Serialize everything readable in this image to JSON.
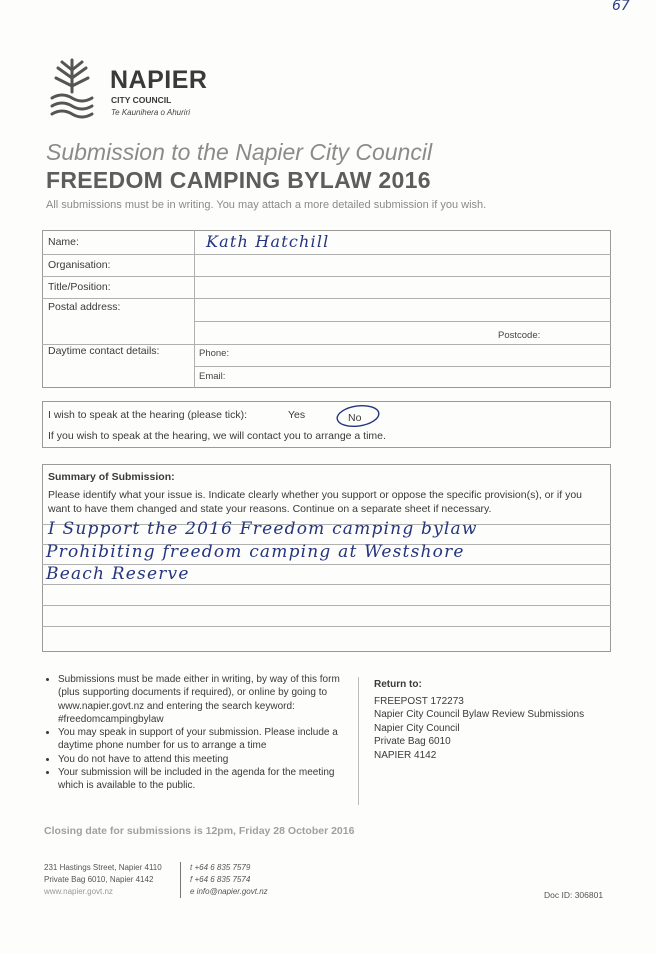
{
  "page_number": "67",
  "logo": {
    "name": "NAPIER",
    "sub": "CITY COUNCIL",
    "maori": "Te Kaunihera o Ahuriri"
  },
  "title_line1": "Submission to the Napier City Council",
  "title_line2": "FREEDOM CAMPING BYLAW 2016",
  "intro": "All submissions must be in writing. You may attach a more detailed submission if you wish.",
  "form": {
    "name_label": "Name:",
    "name_value": "Kath Hatchill",
    "organisation_label": "Organisation:",
    "title_label": "Title/Position:",
    "postal_label": "Postal address:",
    "postcode_label": "Postcode:",
    "daytime_label": "Daytime contact details:",
    "phone_label": "Phone:",
    "email_label": "Email:"
  },
  "hearing": {
    "question": "I wish to speak at the hearing (please tick):",
    "yes": "Yes",
    "no": "No",
    "note": "If you wish to speak at the hearing, we will contact you to arrange a time."
  },
  "summary": {
    "heading": "Summary of Submission:",
    "instructions": "Please identify what your issue is. Indicate clearly whether you support or oppose the specific provision(s), or if you want to have them changed and state your reasons. Continue on a separate sheet if necessary.",
    "handwritten_lines": [
      "I Support the 2016 Freedom camping bylaw",
      "Prohibiting freedom camping at Westshore",
      "Beach Reserve"
    ]
  },
  "bullets": [
    "Submissions must be made either in writing, by way of this form (plus supporting documents if required), or online by going to www.napier.govt.nz and entering the search keyword: #freedomcampingbylaw",
    "You may speak in support of your submission. Please include a daytime phone number for us to arrange a time",
    "You do not have to attend this meeting",
    "Your submission will be included in the agenda for the meeting which is available to the public."
  ],
  "return_to": {
    "heading": "Return to:",
    "lines": [
      "FREEPOST 172273",
      "Napier City Council Bylaw Review Submissions",
      "Napier City Council",
      "Private Bag 6010",
      "NAPIER 4142"
    ]
  },
  "closing": "Closing date for submissions is 12pm, Friday 28 October 2016",
  "footer": {
    "address1": "231 Hastings Street, Napier 4110",
    "address2": "Private Bag 6010, Napier 4142",
    "web": "www.napier.govt.nz",
    "tel": "t +64 6 835 7579",
    "fax": "f +64 6 835 7574",
    "email": "e info@napier.govt.nz",
    "doc_id": "Doc ID: 306801"
  },
  "colors": {
    "ink": "#24357e",
    "heading_grey": "#5d5d5d"
  }
}
